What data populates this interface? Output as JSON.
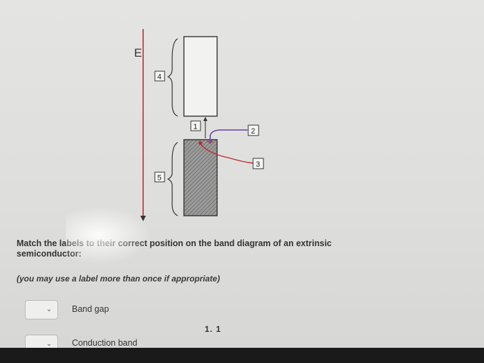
{
  "diagram": {
    "axis_label": "E",
    "markers": [
      "1",
      "2",
      "3",
      "4",
      "5"
    ]
  },
  "question": {
    "text": "Match the labels to their correct position on the band diagram of an extrinsic semiconductor:",
    "hint": "(you may use a label more than once if appropriate)"
  },
  "matches": [
    {
      "label": "Band gap",
      "selected": ""
    },
    {
      "label": "Conduction band",
      "selected": ""
    }
  ],
  "answer_hint": "1.  1",
  "colors": {
    "axis": "#c0292b",
    "donor_line": "#6a3fa0",
    "accent": "#c0292b"
  }
}
